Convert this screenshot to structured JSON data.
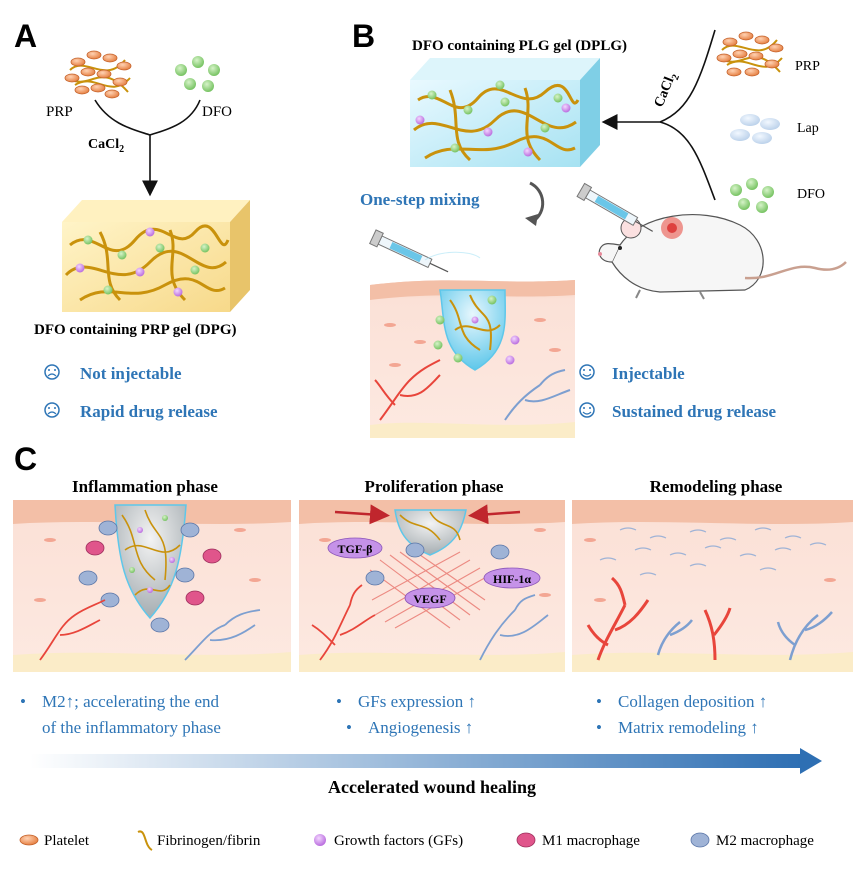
{
  "panelA": {
    "letter": "A",
    "prp": "PRP",
    "dfo": "DFO",
    "cacl2": "CaCl",
    "cacl2_sub": "2",
    "gel_title": "DFO containing PRP gel (DPG)",
    "cons": [
      "Not injectable",
      "Rapid drug release"
    ]
  },
  "panelB": {
    "letter": "B",
    "gel_title": "DFO containing PLG gel (DPLG)",
    "cacl2": "CaCl",
    "cacl2_sub": "2",
    "prp": "PRP",
    "lap": "Lap",
    "dfo": "DFO",
    "mixing": "One-step mixing",
    "pros": [
      "Injectable",
      "Sustained drug release"
    ]
  },
  "panelC": {
    "letter": "C",
    "phases": [
      {
        "title": "Inflammation phase",
        "bullets": [
          "M2↑; accelerating the end",
          "of the inflammatory phase"
        ]
      },
      {
        "title": "Proliferation phase",
        "bullets": [
          "GFs expression ↑",
          "Angiogenesis ↑"
        ]
      },
      {
        "title": "Remodeling  phase",
        "bullets": [
          "Collagen deposition ↑",
          "Matrix remodeling ↑"
        ]
      }
    ],
    "factors": [
      "TGF-β",
      "HIF-1α",
      "VEGF"
    ],
    "outcome": "Accelerated wound healing"
  },
  "legend": [
    "Platelet",
    "Fibrinogen/fibrin",
    "Growth factors (GFs)",
    "M1 macrophage",
    "M2 macrophage"
  ],
  "colors": {
    "accent_blue": "#2e75b6",
    "skin": "#fbe3da",
    "gel": "#a8e3f5",
    "fibrin": "#c9920c",
    "platelet": "#e98a4f",
    "gf": "#c07ee0",
    "dfo": "#7ec86c",
    "m1": "#e0558b",
    "m2": "#8fa6cf",
    "vessel_red": "#e8453b",
    "vessel_blue": "#7d9fd0"
  }
}
